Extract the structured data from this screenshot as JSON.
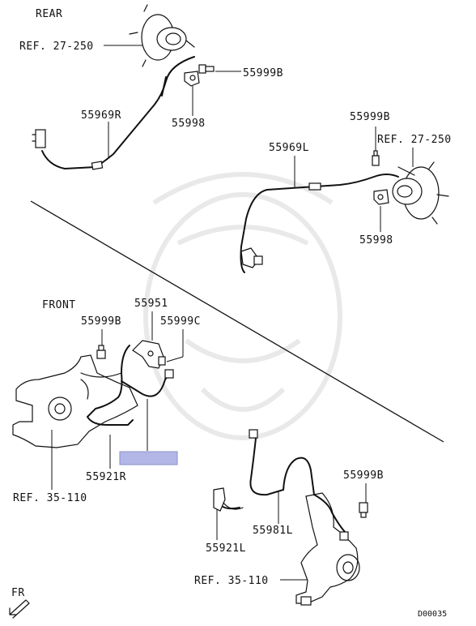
{
  "sections": {
    "rear": "REAR",
    "front": "FRONT"
  },
  "orientation": "FR",
  "diagram_id": "D00035",
  "labels": {
    "ref_rear_right": "REF. 27-250",
    "p55999b_a": "55999B",
    "p55998_a": "55998",
    "p55969r": "55969R",
    "p55999b_b": "55999B",
    "ref_rear_left": "REF. 27-250",
    "p55969l": "55969L",
    "p55998_b": "55998",
    "p55951": "55951",
    "p55999b_c": "55999B",
    "p55999c": "55999C",
    "p55921r": "55921R",
    "ref_front_right": "REF. 35-110",
    "p55999b_d": "55999B",
    "p55981l": "55981L",
    "p55921l": "55921L",
    "ref_front_left": "REF. 35-110"
  },
  "colors": {
    "highlight": "#b3b7e8",
    "highlight_border": "#8a8fc8",
    "line": "#111111"
  }
}
